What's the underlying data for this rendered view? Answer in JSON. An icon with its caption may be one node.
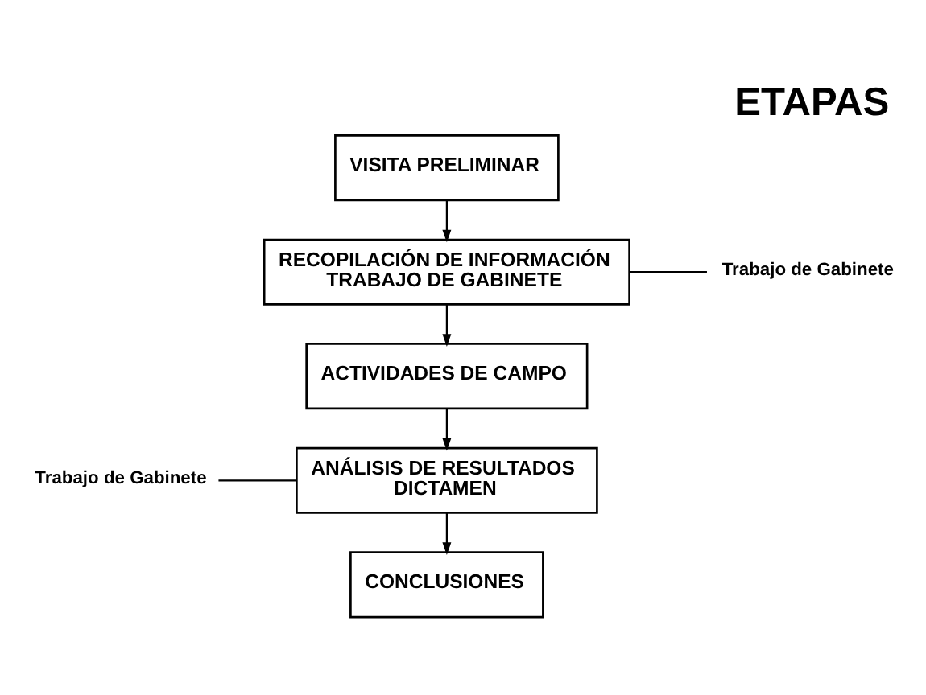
{
  "diagram": {
    "title": "ETAPAS",
    "nodes": [
      {
        "text": [
          "VISITA PRELIMINAR"
        ]
      },
      {
        "text": [
          "RECOPILACIÓN DE INFORMACIÓN",
          "TRABAJO DE GABINETE"
        ]
      },
      {
        "text": [
          "Trabajo de Gabinete"
        ]
      },
      {
        "text": [
          "ACTIVIDADES DE CAMPO"
        ]
      },
      {
        "text": [
          "Trabajo de Gabinete"
        ]
      },
      {
        "text": [
          "ANÁLISIS DE RESULTADOS",
          "DICTAMEN"
        ]
      },
      {
        "text": [
          "CONCLUSIONES"
        ]
      }
    ],
    "edges": [
      {
        "from": 0,
        "to": 1,
        "arrow": "to"
      },
      {
        "from": 1,
        "to": 3,
        "arrow": "to"
      },
      {
        "from": 3,
        "to": 5,
        "arrow": "to"
      },
      {
        "from": 5,
        "to": 6,
        "arrow": "to"
      },
      {
        "from": 1,
        "to": 2,
        "arrow": "none"
      },
      {
        "from": 4,
        "to": 5,
        "arrow": "none"
      }
    ]
  }
}
